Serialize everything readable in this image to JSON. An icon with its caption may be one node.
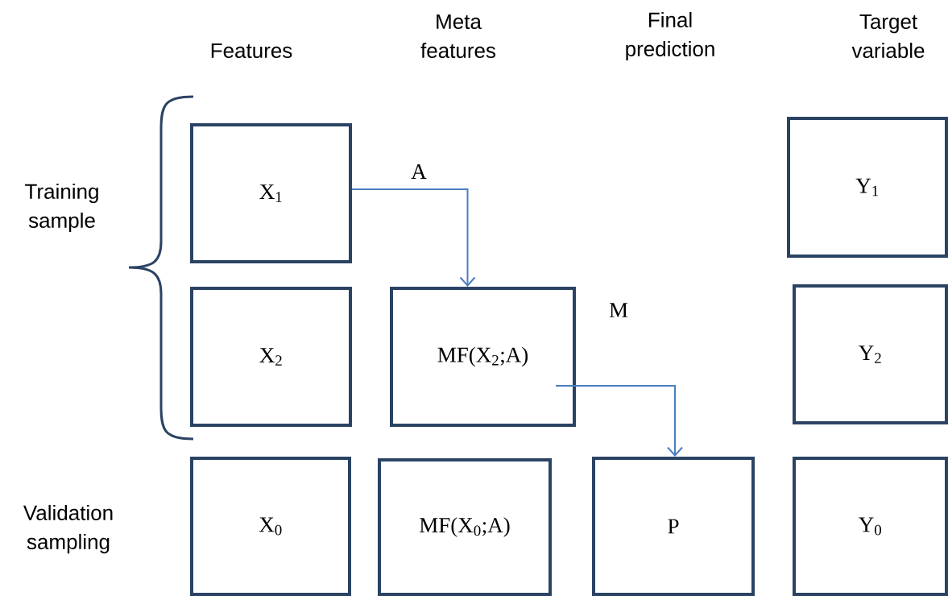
{
  "diagram": {
    "nodes": [
      {
        "text": [
          "X$_{1}$"
        ]
      },
      {
        "text": [
          "Y$_{1}$"
        ]
      },
      {
        "text": [
          "X$_{2}$"
        ]
      },
      {
        "text": [
          "MF(X$_{2}$;A)"
        ]
      },
      {
        "text": [
          "Y$_{2}$"
        ]
      },
      {
        "text": [
          "X$_{0}$"
        ]
      },
      {
        "text": [
          "MF(X$_{0}$;A)"
        ]
      },
      {
        "text": [
          "P"
        ]
      },
      {
        "text": [
          "Y$_{0}$"
        ]
      }
    ],
    "edges": [
      {
        "from": 0,
        "to": 3,
        "arrow": "to",
        "label": "A"
      },
      {
        "from": 3,
        "to": 7,
        "arrow": "to",
        "label": "M"
      }
    ],
    "labels": [
      "Features",
      "Meta features",
      "Final prediction",
      "Target variable",
      "Training sample",
      "Validation sampling"
    ]
  }
}
